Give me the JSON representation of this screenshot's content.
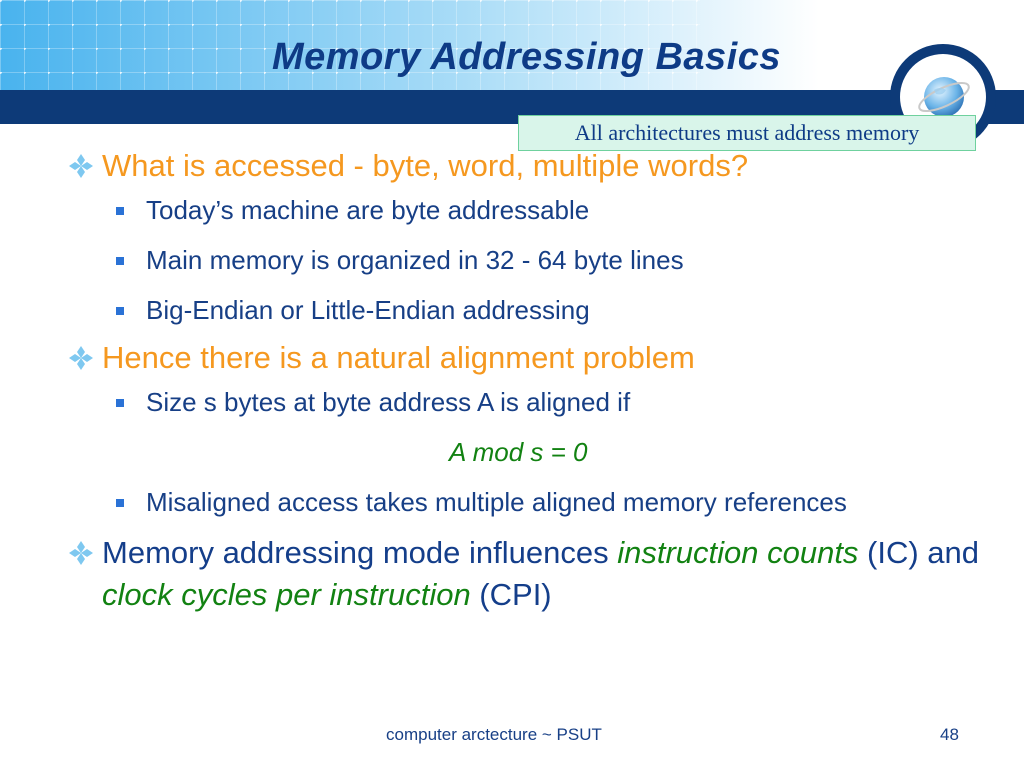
{
  "slide": {
    "title": "Memory Addressing Basics",
    "callout": "All architectures must address memory",
    "bullets": {
      "b1": "What is accessed - byte, word, multiple words?",
      "b1_sub1": "Today’s machine are byte addressable",
      "b1_sub2": "Main memory is organized in 32 - 64 byte lines",
      "b1_sub3": "Big-Endian or Little-Endian addressing",
      "b2": "Hence there is a natural alignment problem",
      "b2_sub1": "Size s bytes at byte address A is aligned if",
      "b2_formula": "A mod s = 0",
      "b2_sub2": "Misaligned access takes multiple aligned memory references",
      "b3_part1": "Memory addressing mode influences ",
      "b3_part2": "instruction counts",
      "b3_part3": " (IC) and ",
      "b3_part4": "clock cycles per instruction",
      "b3_part5": " (CPI)"
    },
    "footer": {
      "center": "computer arctecture ~ PSUT",
      "page_number": "48"
    }
  },
  "colors": {
    "title": "#0e3b86",
    "band": "#0d3a78",
    "level1_orange": "#f5981f",
    "level1_navy": "#143e8a",
    "emphasis_green": "#128212",
    "bullet_square": "#2a72d6",
    "callout_bg": "#d9f5ea"
  },
  "icons": {
    "level1_bullet": "diamond-cluster-icon",
    "level2_bullet": "square-bullet-icon",
    "logo": "globe-icon"
  }
}
